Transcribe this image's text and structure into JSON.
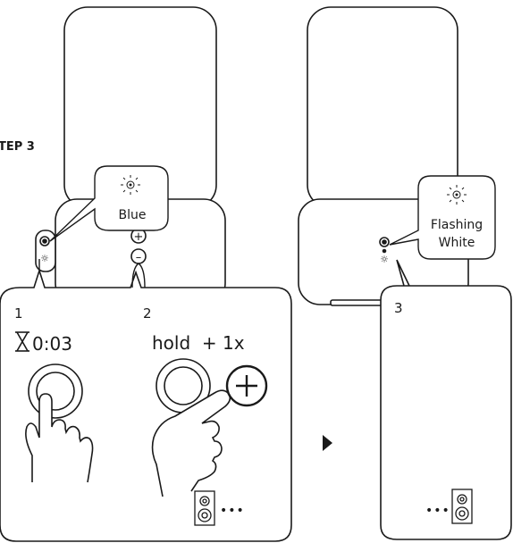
{
  "step_label": "TEP 3",
  "left_panel": {
    "led_callout": "Blue",
    "step1": {
      "number": "1",
      "timer_text": "0:03"
    },
    "step2": {
      "number": "2",
      "action_text": "hold  + 1x"
    }
  },
  "right_panel": {
    "led_callout_line1": "Flashing",
    "led_callout_line2": "White",
    "step3": {
      "number": "3"
    }
  },
  "ellipsis": "•••",
  "colors": {
    "stroke": "#1a1a1a",
    "background": "#ffffff"
  }
}
